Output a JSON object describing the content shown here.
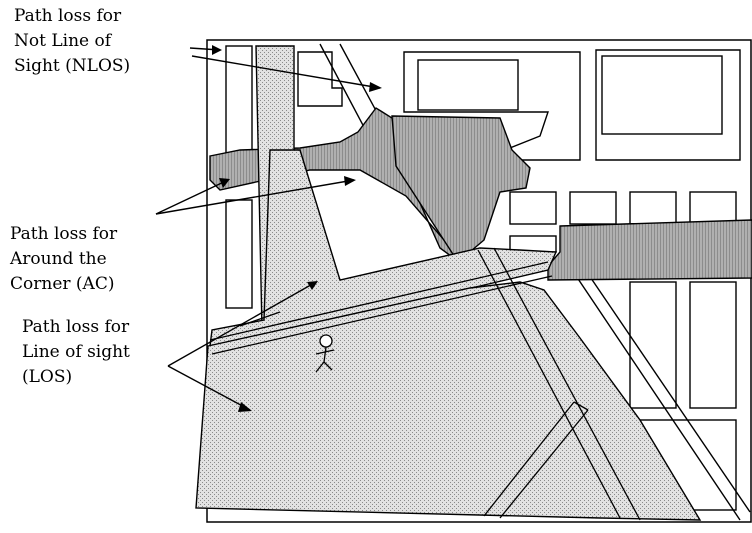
{
  "labels": {
    "nlos": [
      "Path loss for",
      "Not Line of",
      "Sight (NLOS)"
    ],
    "ac": [
      "Path loss for",
      "Around the",
      "Corner (AC)"
    ],
    "los": [
      "Path loss for",
      "Line of sight",
      "(LOS)"
    ]
  },
  "colors": {
    "line": "#000000",
    "los_fill": "#d4d4d4",
    "shadow_fill": "#a8a8a8",
    "background": "#ffffff"
  }
}
